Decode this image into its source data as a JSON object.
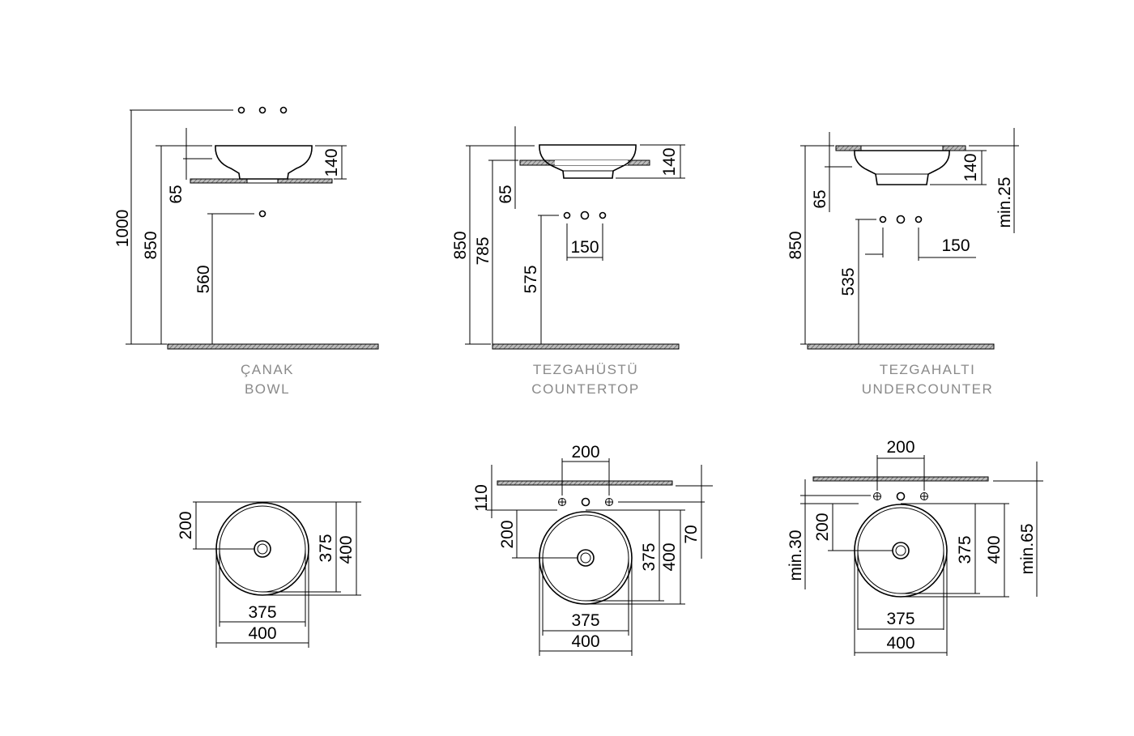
{
  "views": {
    "bowl": {
      "caption_tr": "ÇANAK",
      "caption_en": "BOWL",
      "side": {
        "d1000": "1000",
        "d850": "850",
        "d65": "65",
        "d140": "140",
        "d560": "560"
      },
      "plan": {
        "d200": "200",
        "d375v": "375",
        "d400v": "400",
        "d375h": "375",
        "d400h": "400"
      }
    },
    "countertop": {
      "caption_tr": "TEZGAHÜSTÜ",
      "caption_en": "COUNTERTOP",
      "side": {
        "d850": "850",
        "d785": "785",
        "d65": "65",
        "d140": "140",
        "d575": "575",
        "d150": "150"
      },
      "plan": {
        "d200top": "200",
        "d110": "110",
        "d200": "200",
        "d375v": "375",
        "d400v": "400",
        "d70": "70",
        "d375h": "375",
        "d400h": "400"
      }
    },
    "undercounter": {
      "caption_tr": "TEZGAHALTI",
      "caption_en": "UNDERCOUNTER",
      "side": {
        "d850": "850",
        "d65": "65",
        "d140": "140",
        "dmin25": "min.25",
        "d535": "535",
        "d150": "150"
      },
      "plan": {
        "d200top": "200",
        "dmin30": "min.30",
        "d200": "200",
        "d375v": "375",
        "d400v": "400",
        "dmin65": "min.65",
        "d375h": "375",
        "d400h": "400"
      }
    }
  }
}
